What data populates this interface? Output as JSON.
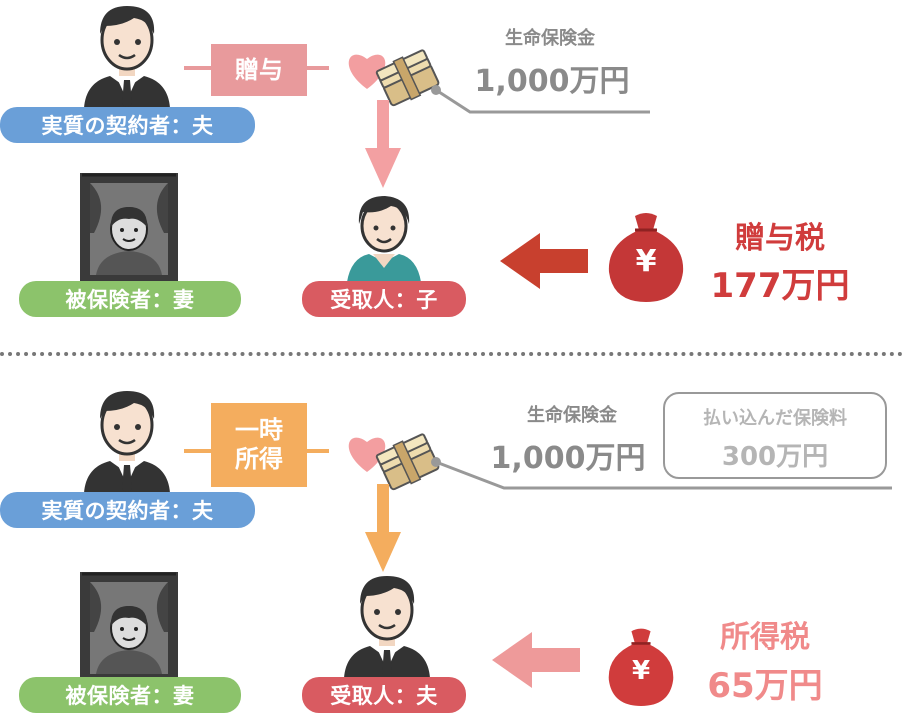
{
  "section1": {
    "contractor_label": "実質の契約者：夫",
    "insured_label": "被保険者：妻",
    "receiver_label": "受取人：子",
    "relation_label": "贈与",
    "payout_title": "生命保険金",
    "payout_amount": "1,000万円",
    "tax_name": "贈与税",
    "tax_amount": "177万円"
  },
  "section2": {
    "contractor_label": "実質の契約者：夫",
    "insured_label": "被保険者：妻",
    "receiver_label": "受取人：夫",
    "relation_label": "一時\n所得",
    "payout_title": "生命保険金",
    "payout_amount": "1,000万円",
    "premium_title": "払い込んだ保険料",
    "premium_amount": "300万円",
    "tax_name": "所得税",
    "tax_amount": "65万円"
  },
  "icons": {
    "yen_symbol": "¥"
  },
  "colors": {
    "contractor_blue": "#6a9fd8",
    "insured_green": "#8cc36b",
    "receiver_red": "#d95b61",
    "gift_pink": "#e89a9c",
    "income_orange": "#f4ad5e",
    "tax_red": "#d03c3c",
    "tax_pink": "#f08a8a"
  }
}
